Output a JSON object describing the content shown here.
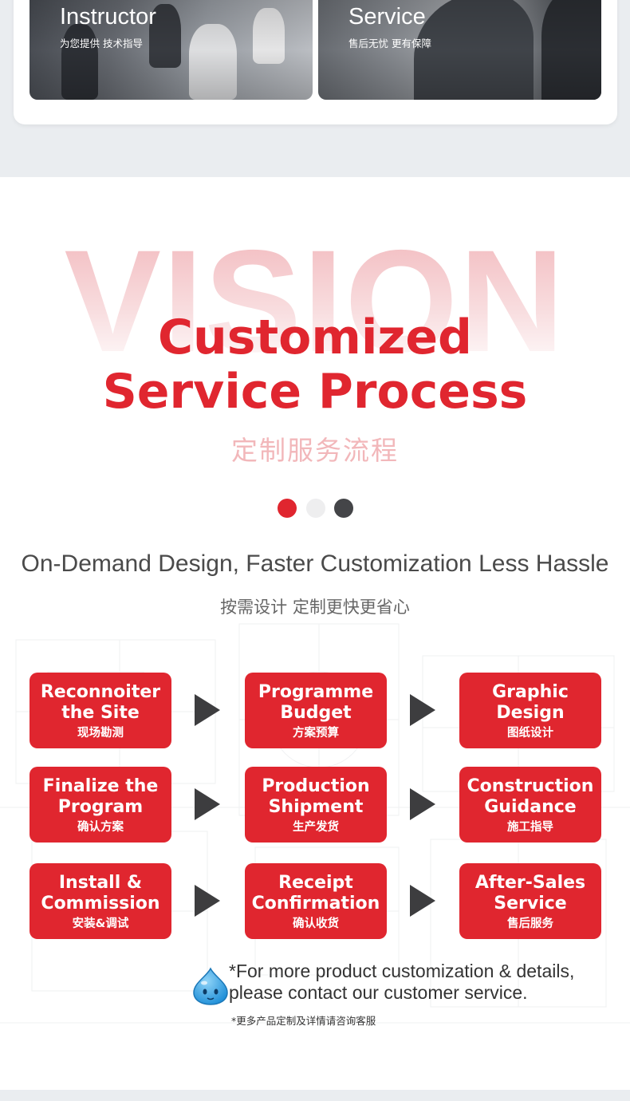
{
  "top_cards": [
    {
      "title": "Instructor",
      "subtitle": "为您提供 技术指导"
    },
    {
      "title": "Service",
      "subtitle": "售后无忧 更有保障"
    }
  ],
  "process": {
    "background_word": "VISION",
    "title_line1": "Customized",
    "title_line2": "Service Process",
    "title_cn": "定制服务流程",
    "subtitle": "On-Demand Design, Faster Customization Less Hassle",
    "subtitle_cn": "按需设计 定制更快更省心",
    "steps": [
      {
        "en": "Reconnoiter\nthe Site",
        "cn": "现场勘测"
      },
      {
        "en": "Programme\nBudget",
        "cn": "方案预算"
      },
      {
        "en": "Graphic\nDesign",
        "cn": "图纸设计"
      },
      {
        "en": "Finalize the\nProgram",
        "cn": "确认方案"
      },
      {
        "en": "Production\nShipment",
        "cn": "生产发货"
      },
      {
        "en": "Construction\nGuidance",
        "cn": "施工指导"
      },
      {
        "en": "Install &\nCommission",
        "cn": "安装&调试"
      },
      {
        "en": "Receipt\nConfirmation",
        "cn": "确认收货"
      },
      {
        "en": "After-Sales\nService",
        "cn": "售后服务"
      }
    ],
    "note_en": "*For more product customization & details,\n please  contact our customer service.",
    "note_cn": "*更多产品定制及详情请咨询客服"
  },
  "colors": {
    "accent": "#e0262f",
    "arrow": "#3d3d3f",
    "page_bg": "#eaedf0"
  }
}
